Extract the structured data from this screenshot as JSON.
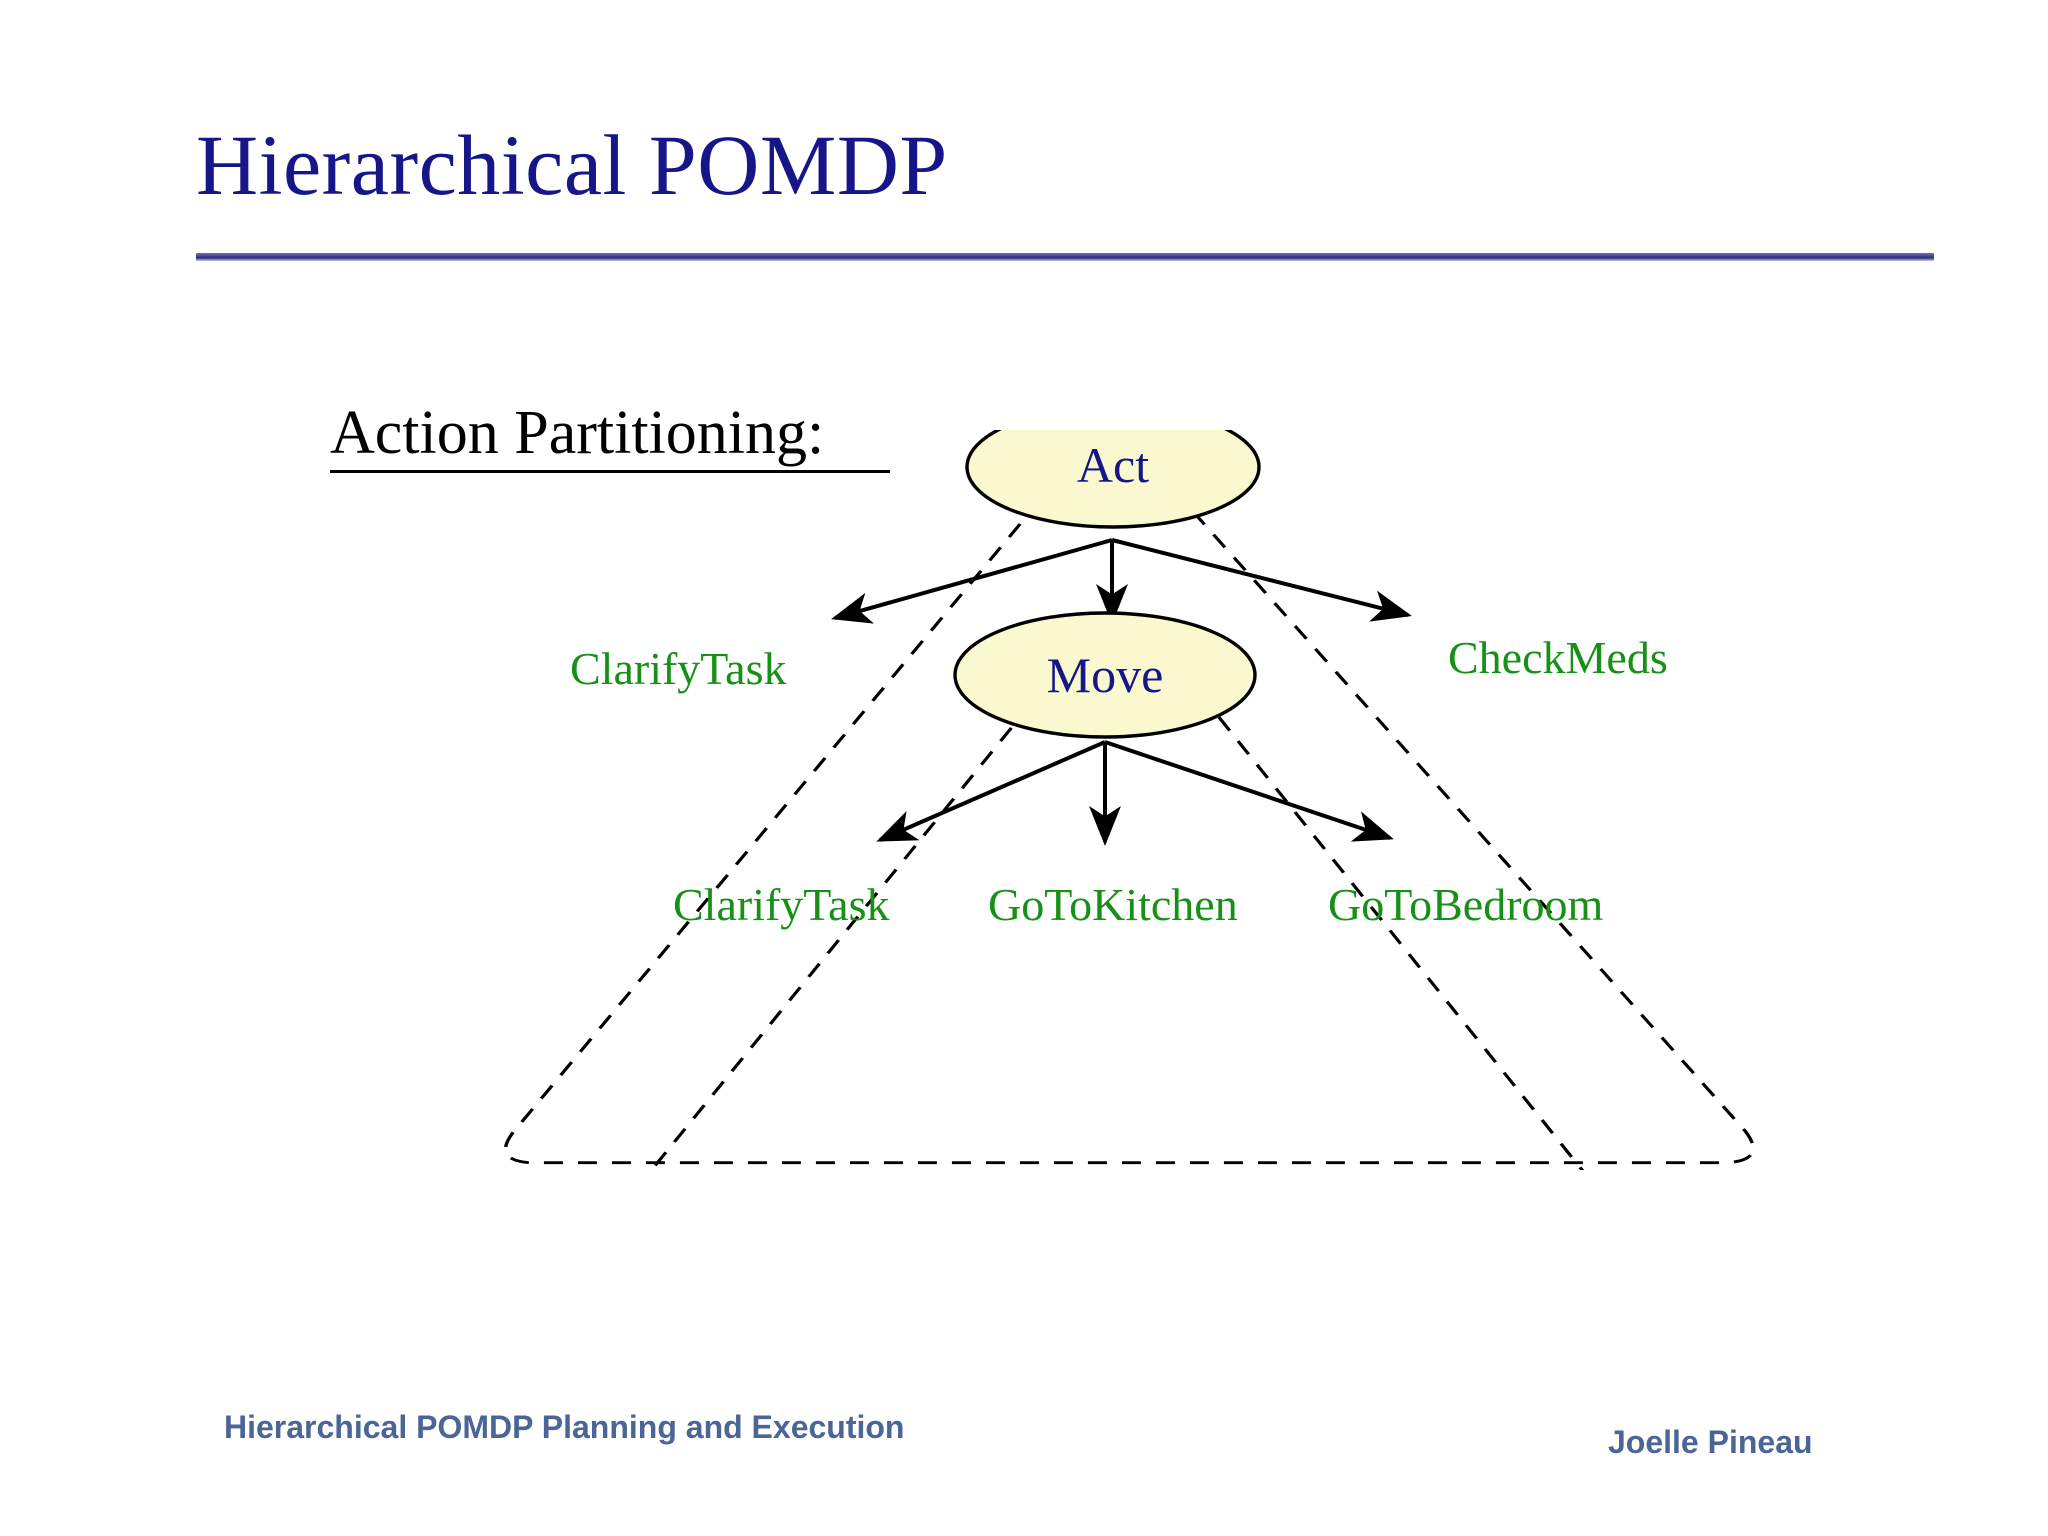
{
  "slide": {
    "title": "Hierarchical POMDP",
    "section_heading": "Action Partitioning:"
  },
  "diagram": {
    "nodes": [
      {
        "id": "act",
        "label": "Act",
        "type": "ellipse",
        "level": 0
      },
      {
        "id": "move",
        "label": "Move",
        "type": "ellipse",
        "level": 1
      }
    ],
    "leaves_level1": [
      {
        "id": "clarifytask-1",
        "label": "ClarifyTask"
      },
      {
        "id": "checkmeds",
        "label": "CheckMeds"
      }
    ],
    "leaves_level2": [
      {
        "id": "clarifytask-2",
        "label": "ClarifyTask"
      },
      {
        "id": "gotokitchen",
        "label": "GoToKitchen"
      },
      {
        "id": "gotobedroom",
        "label": "GoToBedroom"
      }
    ],
    "partitions": [
      {
        "id": "partition-act",
        "label": "Act partition"
      },
      {
        "id": "partition-move",
        "label": "Move partition"
      }
    ],
    "colors": {
      "node_fill": "#FAF8CF",
      "node_stroke": "#000000",
      "node_text": "#161689",
      "leaf_text": "#179017",
      "arrow": "#000000",
      "partition_outline": "#000000"
    }
  },
  "footer": {
    "left": "Hierarchical POMDP Planning and Execution",
    "right": "Joelle Pineau"
  },
  "theme": {
    "title_color": "#161689",
    "heading_color": "#000000",
    "footer_color": "#4A6596",
    "background": "#FFFFFF"
  }
}
